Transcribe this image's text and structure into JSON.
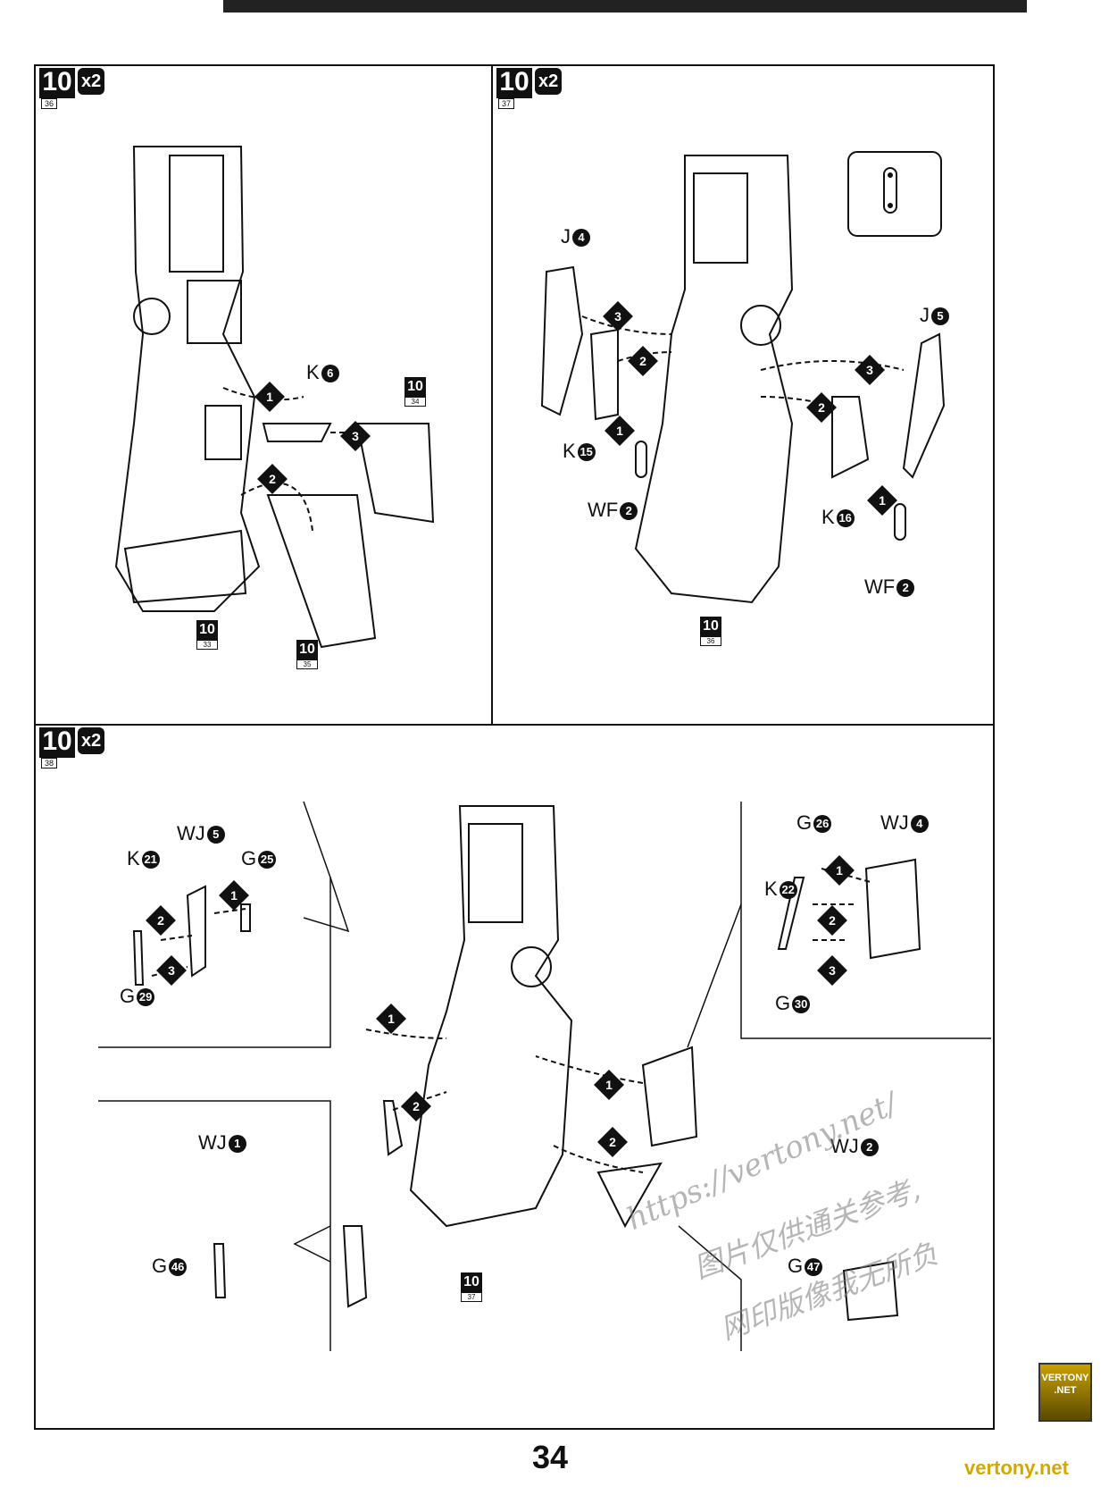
{
  "page_number": "34",
  "panels": [
    {
      "step": {
        "num": "10",
        "sub": "36",
        "mult": "x2"
      },
      "parts": [
        "K",
        "6"
      ],
      "refs": [
        {
          "num": "10",
          "sub": "34"
        },
        {
          "num": "10",
          "sub": "33"
        },
        {
          "num": "10",
          "sub": "35"
        }
      ],
      "seq": [
        "1",
        "2",
        "3"
      ]
    },
    {
      "step": {
        "num": "10",
        "sub": "37",
        "mult": "x2"
      },
      "parts": {
        "j4": [
          "J",
          "4"
        ],
        "j5": [
          "J",
          "5"
        ],
        "k15": [
          "K",
          "15"
        ],
        "k16": [
          "K",
          "16"
        ],
        "wf2a": [
          "WF",
          "2"
        ],
        "wf2b": [
          "WF",
          "2"
        ]
      },
      "refs": [
        {
          "num": "10",
          "sub": "36"
        }
      ],
      "seq": [
        "1",
        "2",
        "3",
        "3",
        "2",
        "1"
      ]
    },
    {
      "step": {
        "num": "10",
        "sub": "38",
        "mult": "x2"
      },
      "parts": {
        "wj5": [
          "WJ",
          "5"
        ],
        "k21": [
          "K",
          "21"
        ],
        "g25": [
          "G",
          "25"
        ],
        "g29": [
          "G",
          "29"
        ],
        "g26": [
          "G",
          "26"
        ],
        "wj4": [
          "WJ",
          "4"
        ],
        "k22": [
          "K",
          "22"
        ],
        "g30": [
          "G",
          "30"
        ],
        "wj1": [
          "WJ",
          "1"
        ],
        "g46": [
          "G",
          "46"
        ],
        "wj2": [
          "WJ",
          "2"
        ],
        "g47": [
          "G",
          "47"
        ]
      },
      "refs": [
        {
          "num": "10",
          "sub": "37"
        }
      ],
      "seq": [
        "1",
        "2",
        "3",
        "1",
        "2",
        "3",
        "1",
        "2",
        "1",
        "2"
      ]
    }
  ],
  "watermark": {
    "url": "https://vertony.net/",
    "line1": "图片仅供通关参考,",
    "line2": "网印版像我无所负"
  },
  "badge": {
    "line1": "VERTONY",
    "line2": ".NET"
  },
  "site": "vertony.net"
}
